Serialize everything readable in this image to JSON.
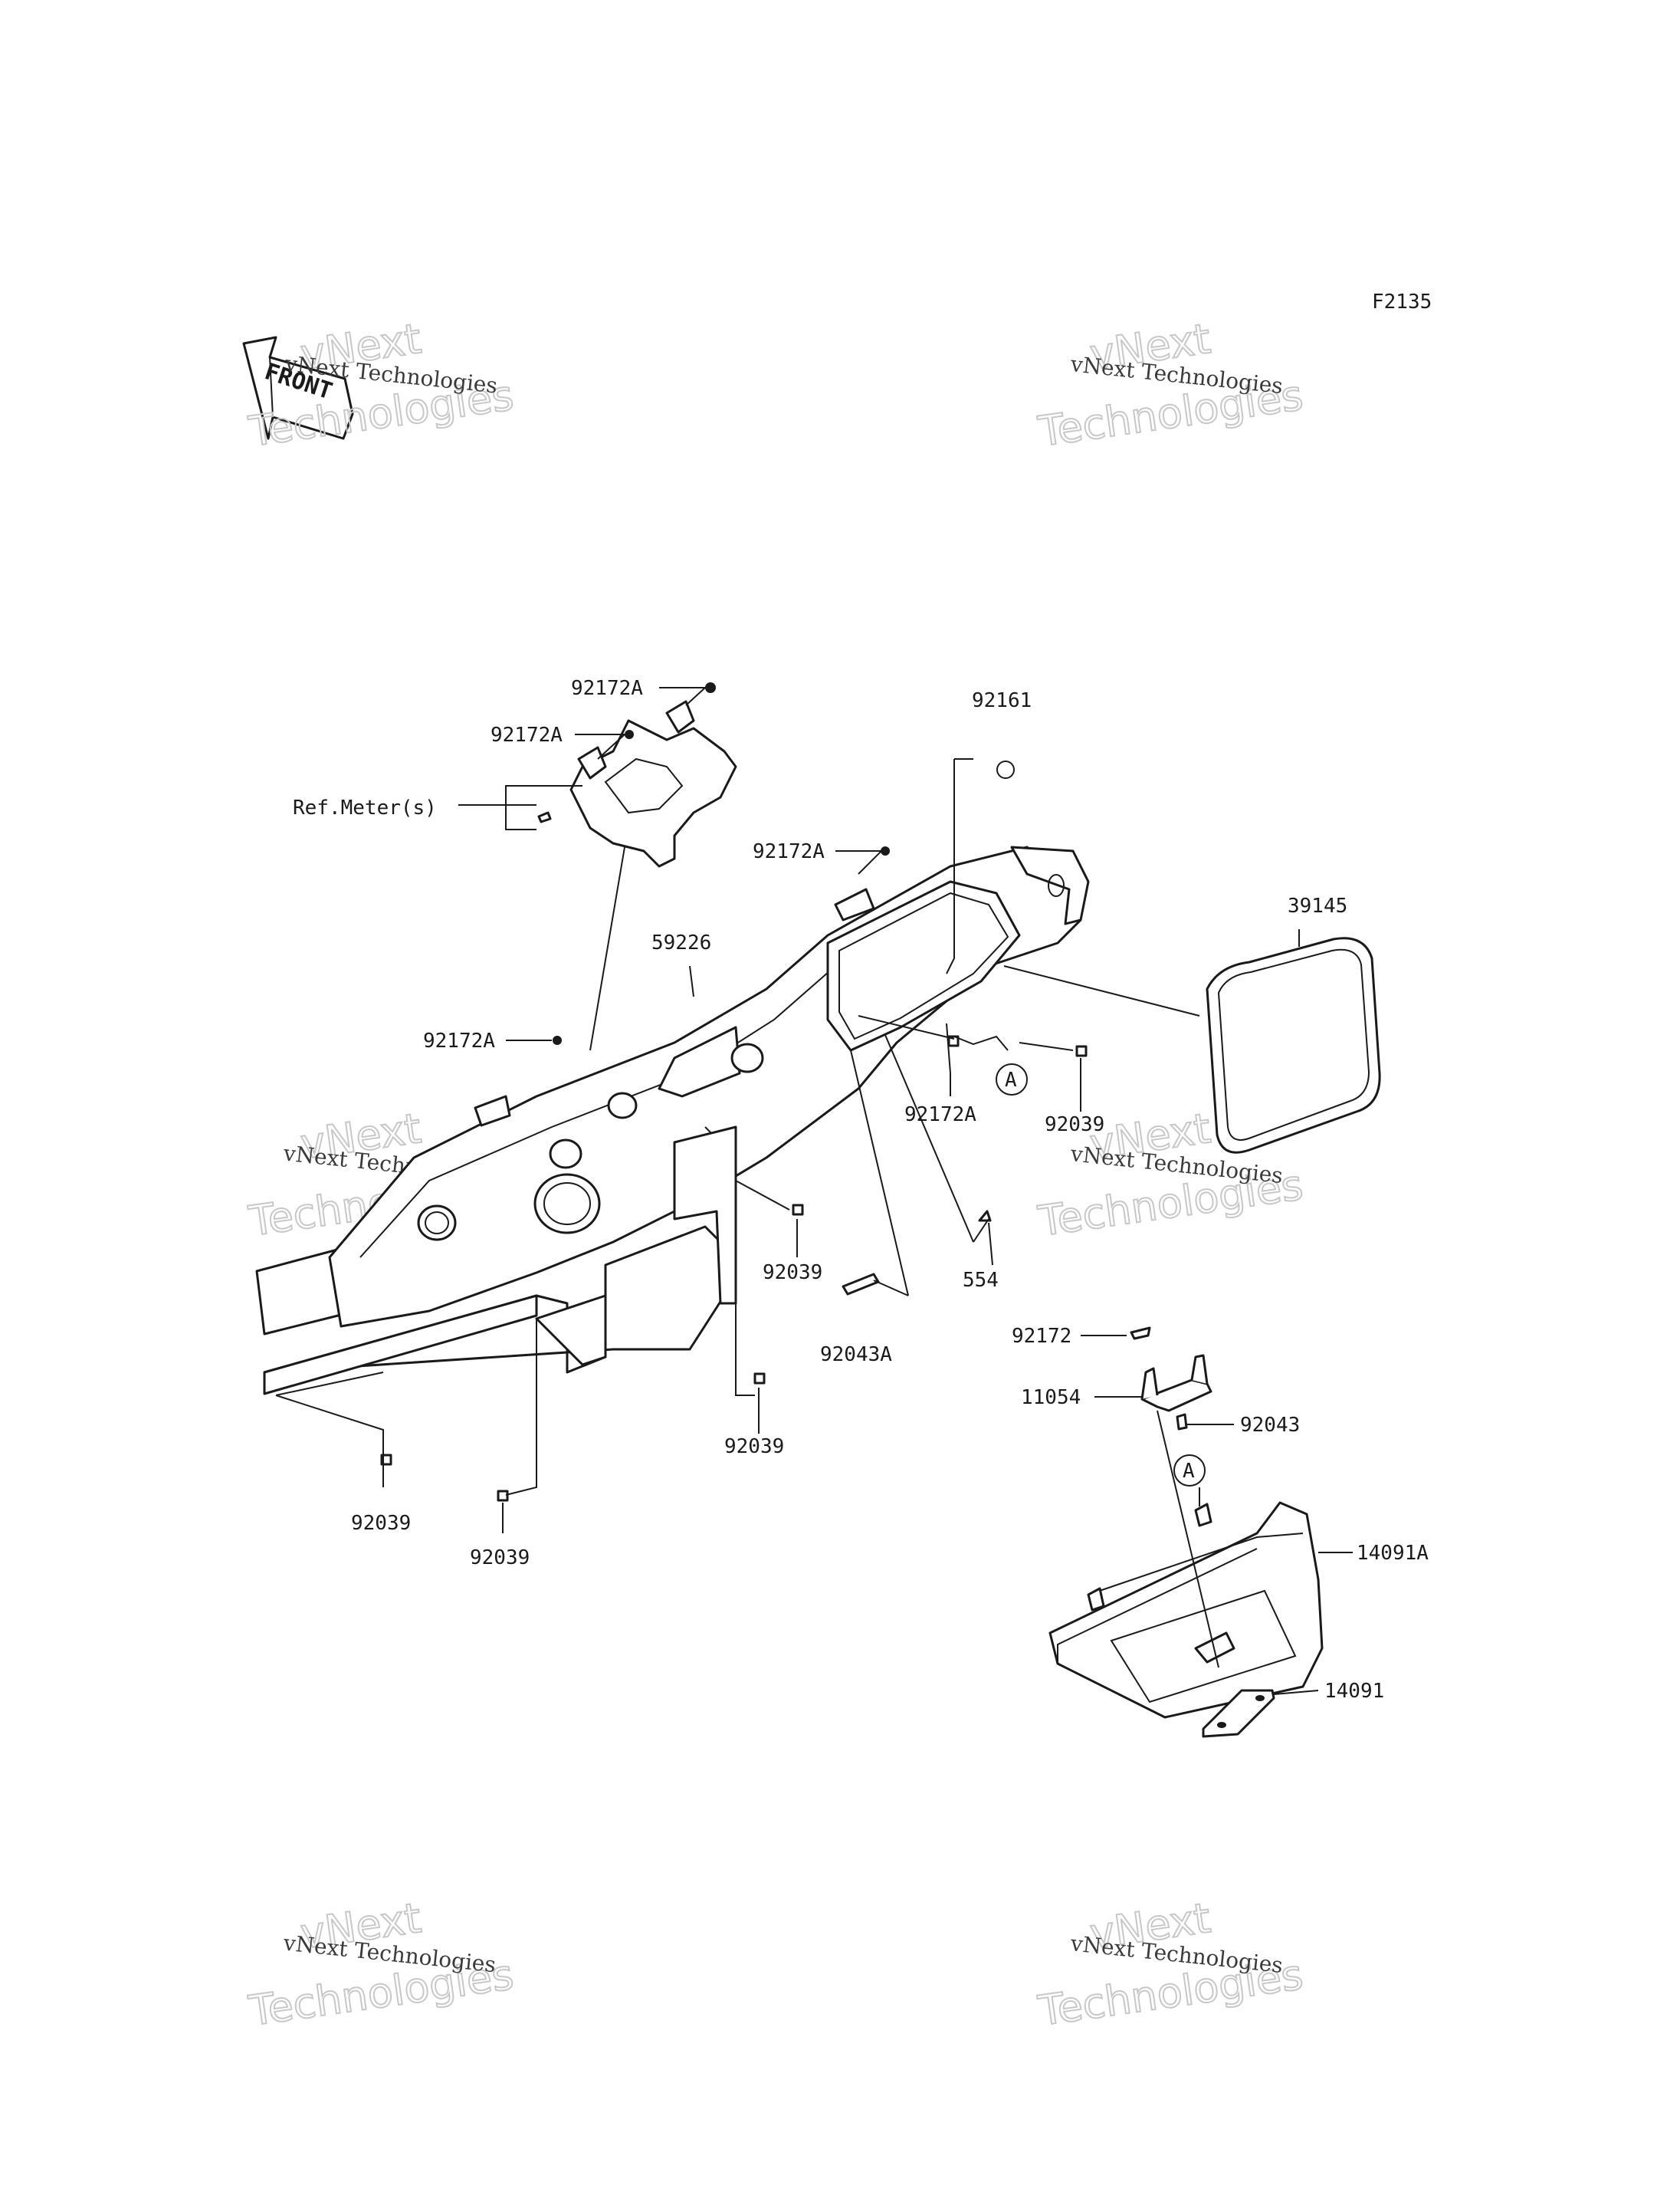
{
  "figure_code": "F2135",
  "front_label": "FRONT",
  "watermark": {
    "small": "vNext Technologies",
    "big_line1": "vNext",
    "big_line2": "Technologies"
  },
  "callouts": {
    "ref_meter": "Ref.Meter(s)",
    "p92172A_top1": "92172A",
    "p92172A_top2": "92172A",
    "p92172A_mid": "92172A",
    "p92172A_left": "92172A",
    "p92172A_right": "92172A",
    "p92161": "92161",
    "p59226": "59226",
    "p39145": "39145",
    "circle_a_1": "A",
    "circle_a_2": "A",
    "p92039_right": "92039",
    "p92039_center": "92039",
    "p92039_lower": "92039",
    "p92039_left": "92039",
    "p92039_bottom": "92039",
    "p554": "554",
    "p92043A": "92043A",
    "p92172": "92172",
    "p11054": "11054",
    "p92043": "92043",
    "p14091A": "14091A",
    "p14091": "14091"
  }
}
